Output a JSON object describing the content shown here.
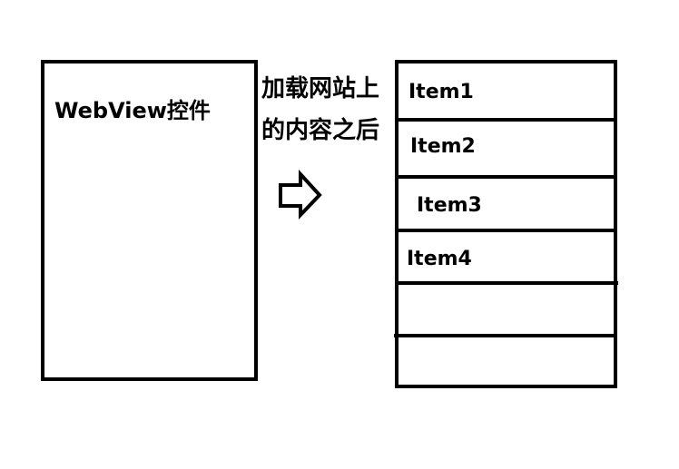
{
  "webview": {
    "label": "WebView控件"
  },
  "caption": {
    "line1": "加载网站上",
    "line2": "的内容之后"
  },
  "arrow": {
    "icon": "right-arrow-icon"
  },
  "list": {
    "items": [
      "Item1",
      "Item2",
      "Item3",
      "Item4",
      "",
      ""
    ]
  }
}
